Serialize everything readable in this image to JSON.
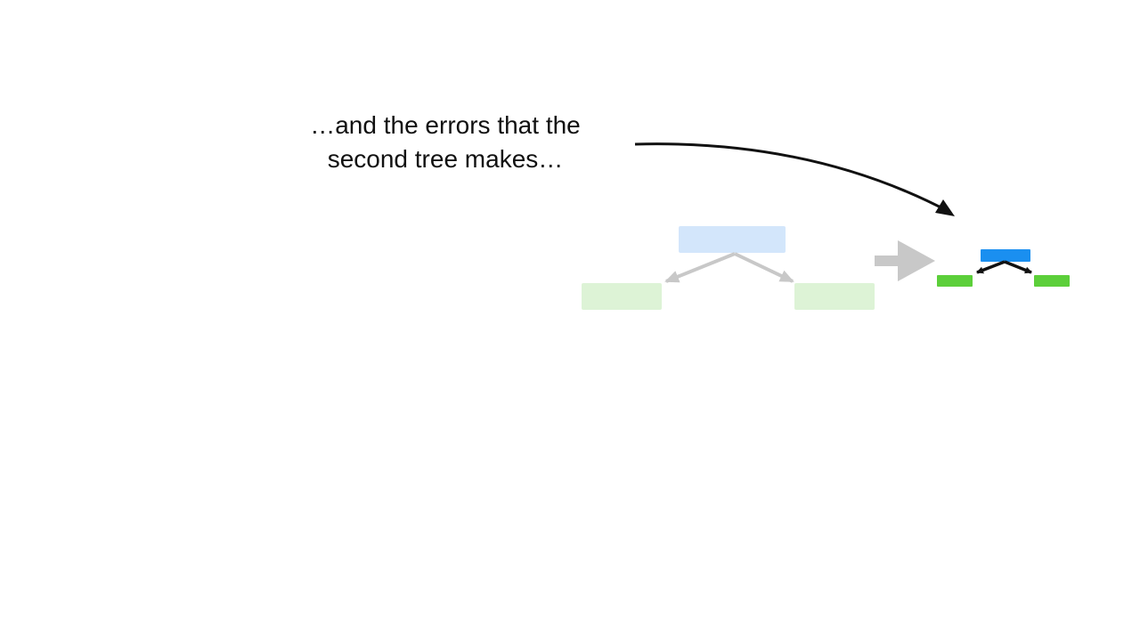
{
  "annotation": {
    "line1": "…and the errors that the",
    "line2": "second tree makes…"
  },
  "colors": {
    "faded_node_blue": "#d3e6fb",
    "faded_node_green": "#ddf3d6",
    "faded_arrow": "#c8c8c8",
    "transition_arrow": "#c8c8c8",
    "node_blue": "#1a8ff0",
    "node_green": "#5ccf3a",
    "edge_black": "#111111",
    "pointer_black": "#111111"
  },
  "diagram": {
    "faded_tree": {
      "nodes": [
        "root-node",
        "left-leaf",
        "right-leaf"
      ],
      "opacity_note": "faded"
    },
    "small_tree": {
      "nodes": [
        "root-node",
        "left-leaf",
        "right-leaf"
      ]
    }
  }
}
